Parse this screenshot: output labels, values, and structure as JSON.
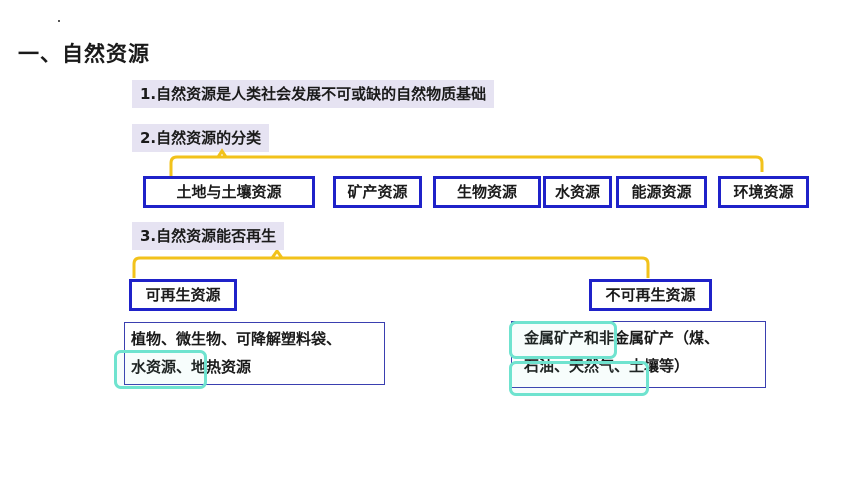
{
  "title": "一、自然资源",
  "point1": "1.自然资源是人类社会发展不可或缺的自然物质基础",
  "point2": "2.自然资源的分类",
  "categories": [
    "土地与土壤资源",
    "矿产资源",
    "生物资源",
    "水资源",
    "能源资源",
    "环境资源"
  ],
  "point3": "3.自然资源能否再生",
  "renewable": {
    "label": "可再生资源",
    "examples_line1": "植物、微生物、可降解塑料袋、",
    "examples_line2": "水资源、地热资源"
  },
  "nonrenewable": {
    "label": "不可再生资源",
    "examples_line1": "金属矿产和非金属矿产（煤、",
    "examples_line2": "石油、天然气、土壤等）"
  },
  "colors": {
    "box_border": "#1f22c9",
    "bracket": "#f2c21b",
    "highlight": "#6fe3cf",
    "label_bg": "#e6e3f2"
  }
}
